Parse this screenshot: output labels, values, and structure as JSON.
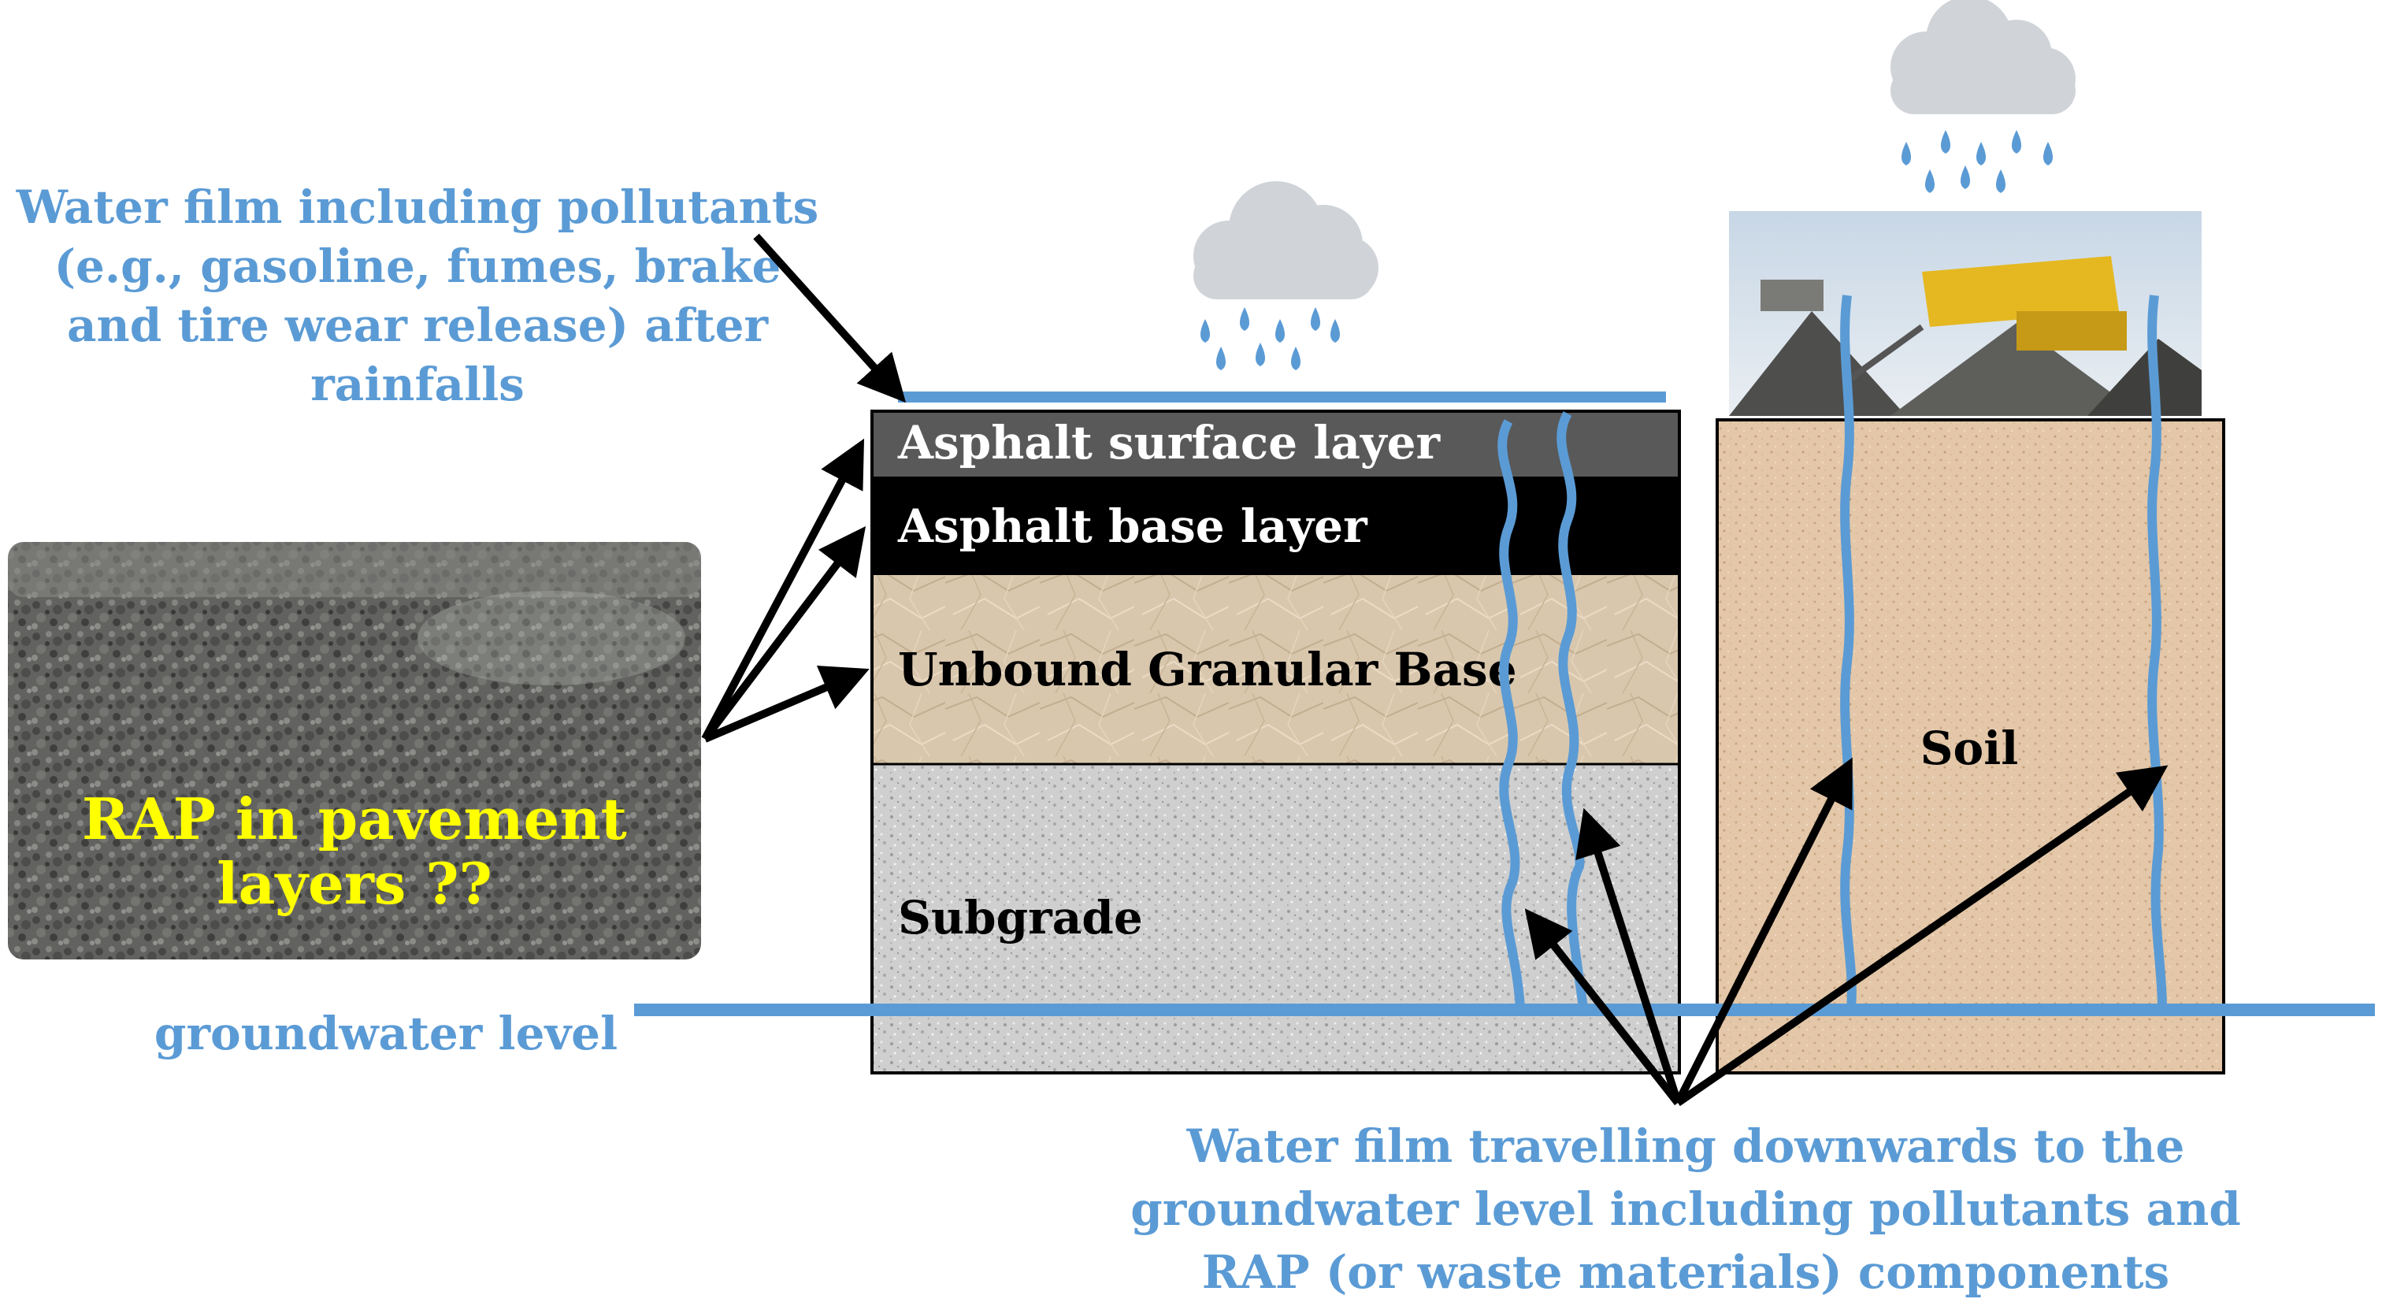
{
  "annotations": {
    "water_film_top": [
      "Water film including pollutants",
      "(e.g., gasoline, fumes, brake",
      "and tire wear release) after",
      "rainfalls"
    ],
    "groundwater_label": "groundwater level",
    "water_film_bottom": [
      "Water film travelling downwards to the",
      "groundwater level including pollutants and",
      "RAP (or waste materials) components"
    ]
  },
  "rap_photo": {
    "caption": [
      "RAP in pavement",
      "layers ??"
    ]
  },
  "pavement_layers": [
    {
      "name": "Asphalt surface layer",
      "color": "#595959",
      "text_color": "#ffffff"
    },
    {
      "name": "Asphalt base layer",
      "color": "#000000",
      "text_color": "#ffffff"
    },
    {
      "name": "Unbound Granular Base",
      "color": "#d9c7ad",
      "text_color": "#000000"
    },
    {
      "name": "Subgrade",
      "color": "#d0d0d0",
      "text_color": "#000000"
    }
  ],
  "soil_column": {
    "label": "Soil",
    "color": "#e3c7a8"
  },
  "colors": {
    "water": "#5b9bd5",
    "cloud": "#d0d3d8",
    "caption_yellow": "#ffff00"
  }
}
